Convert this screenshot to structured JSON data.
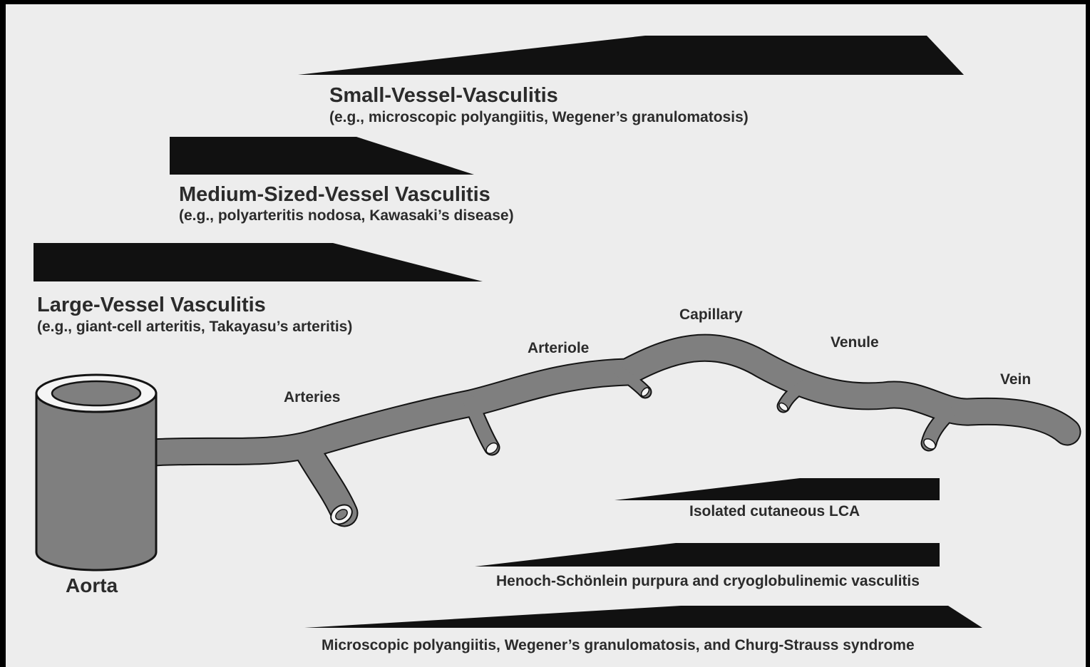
{
  "categories": {
    "small": {
      "title": "Small-Vessel-Vasculitis",
      "examples": "(e.g., microscopic polyangiitis, Wegener’s granulomatosis)"
    },
    "medium": {
      "title": "Medium-Sized-Vessel Vasculitis",
      "examples": "(e.g., polyarteritis nodosa, Kawasaki’s disease)"
    },
    "large": {
      "title": "Large-Vessel Vasculitis",
      "examples": "(e.g., giant-cell arteritis, Takayasu’s arteritis)"
    }
  },
  "vessels": {
    "aorta": "Aorta",
    "arteries": "Arteries",
    "arteriole": "Arteriole",
    "capillary": "Capillary",
    "venule": "Venule",
    "vein": "Vein"
  },
  "diseases": {
    "lca": "Isolated cutaneous LCA",
    "hsp": "Henoch-Schönlein purpura and cryoglobulinemic vasculitis",
    "mpa": "Microscopic polyangiitis, Wegener’s granulomatosis, and Churg-Strauss syndrome"
  },
  "colors": {
    "bar": "#111111",
    "vessel": "#7f7f7f",
    "outline": "#141414",
    "background": "#ededed",
    "text": "#2b2b2b"
  }
}
